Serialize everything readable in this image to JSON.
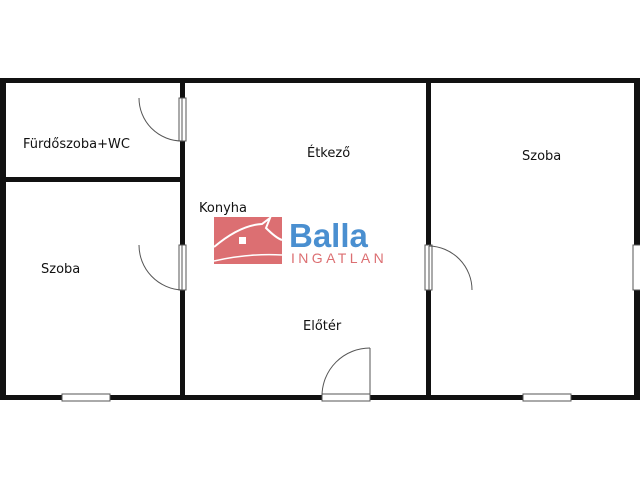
{
  "rooms": {
    "bathroom": "Fürdőszoba+WC",
    "dining": "Étkező",
    "room_right": "Szoba",
    "room_left": "Szoba",
    "kitchen": "Konyha",
    "hall": "Előtér"
  },
  "logo": {
    "brand": "Balla",
    "sub": "INGATLAN",
    "house_color": "#dc6f72",
    "brand_color": "#4a8fd0"
  },
  "colors": {
    "wall": "#111111",
    "door": "#555555"
  }
}
